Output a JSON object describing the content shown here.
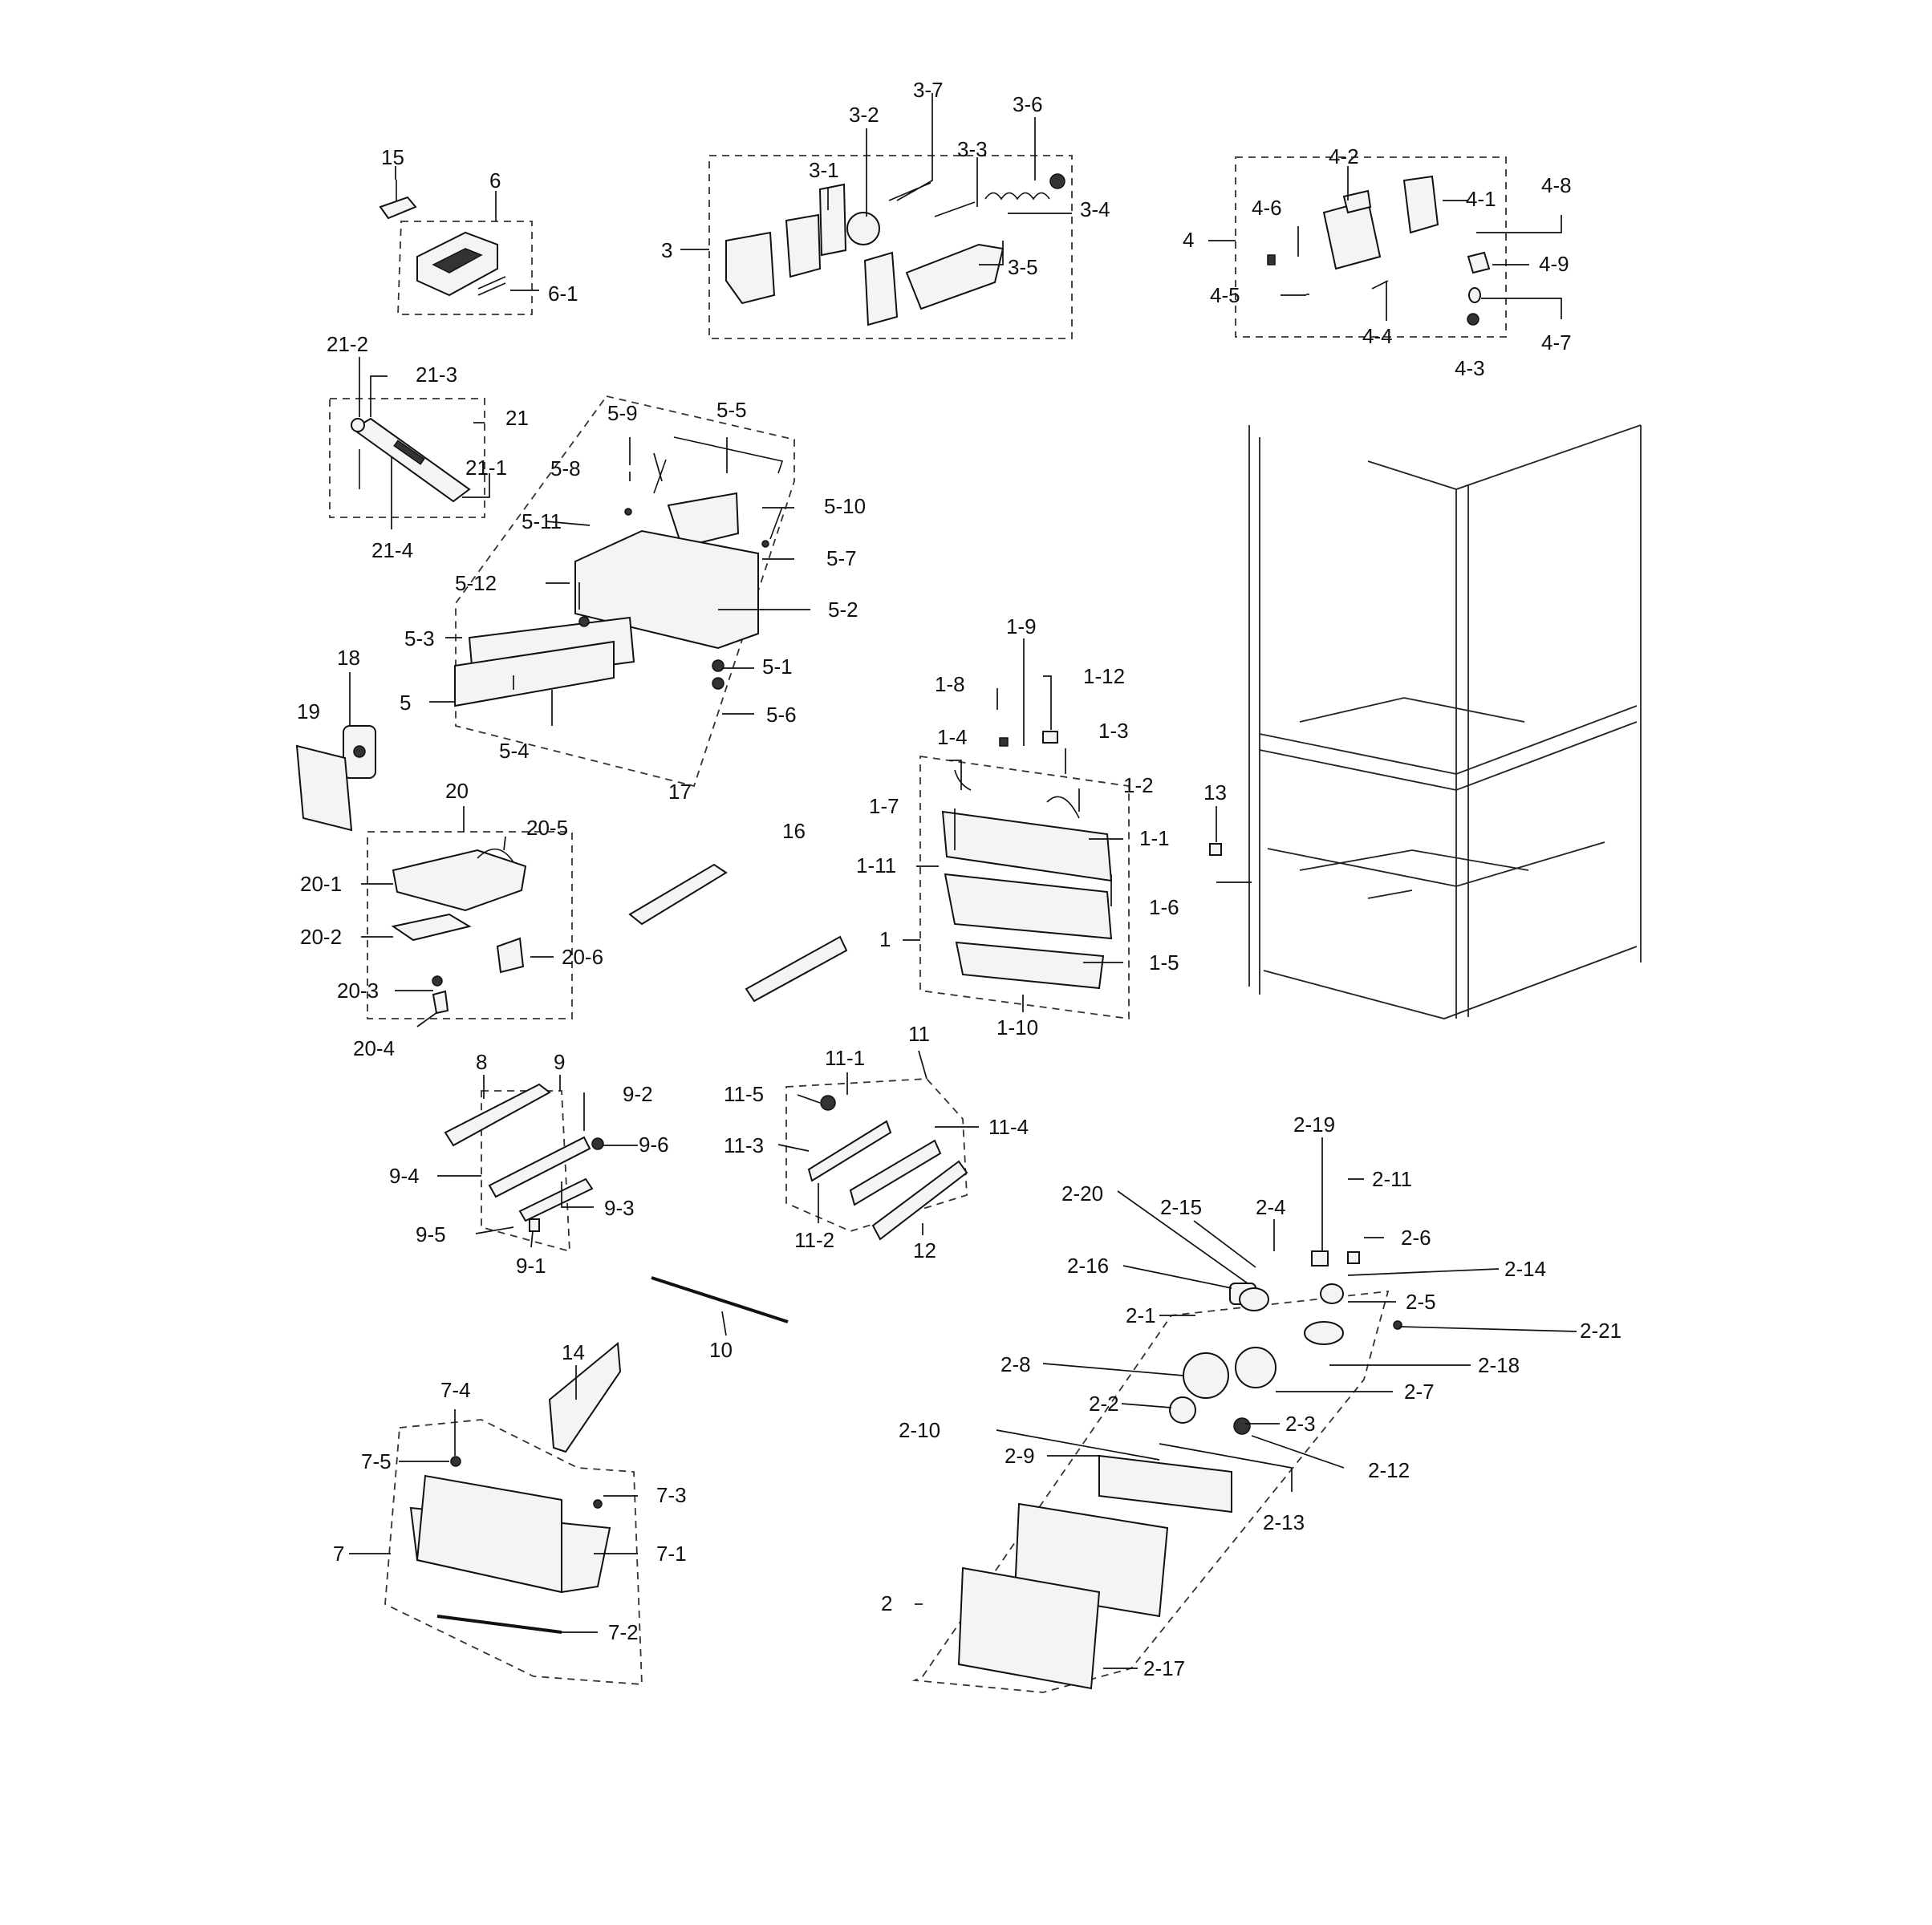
{
  "diagram": {
    "description_labels": [
      {
        "id": "15",
        "text": "15"
      },
      {
        "id": "6",
        "text": "6"
      },
      {
        "id": "6-1",
        "text": "6-1"
      },
      {
        "id": "3",
        "text": "3"
      },
      {
        "id": "3-1",
        "text": "3-1"
      },
      {
        "id": "3-2",
        "text": "3-2"
      },
      {
        "id": "3-3",
        "text": "3-3"
      },
      {
        "id": "3-4",
        "text": "3-4"
      },
      {
        "id": "3-5",
        "text": "3-5"
      },
      {
        "id": "3-6",
        "text": "3-6"
      },
      {
        "id": "3-7",
        "text": "3-7"
      },
      {
        "id": "4",
        "text": "4"
      },
      {
        "id": "4-1",
        "text": "4-1"
      },
      {
        "id": "4-2",
        "text": "4-2"
      },
      {
        "id": "4-3",
        "text": "4-3"
      },
      {
        "id": "4-4",
        "text": "4-4"
      },
      {
        "id": "4-5",
        "text": "4-5"
      },
      {
        "id": "4-6",
        "text": "4-6"
      },
      {
        "id": "4-7",
        "text": "4-7"
      },
      {
        "id": "4-8",
        "text": "4-8"
      },
      {
        "id": "4-9",
        "text": "4-9"
      },
      {
        "id": "21",
        "text": "21"
      },
      {
        "id": "21-1",
        "text": "21-1"
      },
      {
        "id": "21-2",
        "text": "21-2"
      },
      {
        "id": "21-3",
        "text": "21-3"
      },
      {
        "id": "21-4",
        "text": "21-4"
      },
      {
        "id": "5",
        "text": "5"
      },
      {
        "id": "5-1",
        "text": "5-1"
      },
      {
        "id": "5-2",
        "text": "5-2"
      },
      {
        "id": "5-3",
        "text": "5-3"
      },
      {
        "id": "5-4",
        "text": "5-4"
      },
      {
        "id": "5-5",
        "text": "5-5"
      },
      {
        "id": "5-6",
        "text": "5-6"
      },
      {
        "id": "5-7",
        "text": "5-7"
      },
      {
        "id": "5-8",
        "text": "5-8"
      },
      {
        "id": "5-9",
        "text": "5-9"
      },
      {
        "id": "5-10",
        "text": "5-10"
      },
      {
        "id": "5-11",
        "text": "5-11"
      },
      {
        "id": "5-12",
        "text": "5-12"
      },
      {
        "id": "18",
        "text": "18"
      },
      {
        "id": "19",
        "text": "19"
      },
      {
        "id": "20",
        "text": "20"
      },
      {
        "id": "20-1",
        "text": "20-1"
      },
      {
        "id": "20-2",
        "text": "20-2"
      },
      {
        "id": "20-3",
        "text": "20-3"
      },
      {
        "id": "20-4",
        "text": "20-4"
      },
      {
        "id": "20-5",
        "text": "20-5"
      },
      {
        "id": "20-6",
        "text": "20-6"
      },
      {
        "id": "17",
        "text": "17"
      },
      {
        "id": "16",
        "text": "16"
      },
      {
        "id": "1",
        "text": "1"
      },
      {
        "id": "1-1",
        "text": "1-1"
      },
      {
        "id": "1-2",
        "text": "1-2"
      },
      {
        "id": "1-3",
        "text": "1-3"
      },
      {
        "id": "1-4",
        "text": "1-4"
      },
      {
        "id": "1-5",
        "text": "1-5"
      },
      {
        "id": "1-6",
        "text": "1-6"
      },
      {
        "id": "1-7",
        "text": "1-7"
      },
      {
        "id": "1-8",
        "text": "1-8"
      },
      {
        "id": "1-9",
        "text": "1-9"
      },
      {
        "id": "1-10",
        "text": "1-10"
      },
      {
        "id": "1-11",
        "text": "1-11"
      },
      {
        "id": "1-12",
        "text": "1-12"
      },
      {
        "id": "13",
        "text": "13"
      },
      {
        "id": "8",
        "text": "8"
      },
      {
        "id": "9",
        "text": "9"
      },
      {
        "id": "9-1",
        "text": "9-1"
      },
      {
        "id": "9-2",
        "text": "9-2"
      },
      {
        "id": "9-3",
        "text": "9-3"
      },
      {
        "id": "9-4",
        "text": "9-4"
      },
      {
        "id": "9-5",
        "text": "9-5"
      },
      {
        "id": "9-6",
        "text": "9-6"
      },
      {
        "id": "11",
        "text": "11"
      },
      {
        "id": "11-1",
        "text": "11-1"
      },
      {
        "id": "11-2",
        "text": "11-2"
      },
      {
        "id": "11-3",
        "text": "11-3"
      },
      {
        "id": "11-4",
        "text": "11-4"
      },
      {
        "id": "11-5",
        "text": "11-5"
      },
      {
        "id": "12",
        "text": "12"
      },
      {
        "id": "10",
        "text": "10"
      },
      {
        "id": "14",
        "text": "14"
      },
      {
        "id": "7",
        "text": "7"
      },
      {
        "id": "7-1",
        "text": "7-1"
      },
      {
        "id": "7-2",
        "text": "7-2"
      },
      {
        "id": "7-3",
        "text": "7-3"
      },
      {
        "id": "7-4",
        "text": "7-4"
      },
      {
        "id": "7-5",
        "text": "7-5"
      },
      {
        "id": "2",
        "text": "2"
      },
      {
        "id": "2-1",
        "text": "2-1"
      },
      {
        "id": "2-2",
        "text": "2-2"
      },
      {
        "id": "2-3",
        "text": "2-3"
      },
      {
        "id": "2-4",
        "text": "2-4"
      },
      {
        "id": "2-5",
        "text": "2-5"
      },
      {
        "id": "2-6",
        "text": "2-6"
      },
      {
        "id": "2-7",
        "text": "2-7"
      },
      {
        "id": "2-8",
        "text": "2-8"
      },
      {
        "id": "2-9",
        "text": "2-9"
      },
      {
        "id": "2-10",
        "text": "2-10"
      },
      {
        "id": "2-11",
        "text": "2-11"
      },
      {
        "id": "2-12",
        "text": "2-12"
      },
      {
        "id": "2-13",
        "text": "2-13"
      },
      {
        "id": "2-14",
        "text": "2-14"
      },
      {
        "id": "2-15",
        "text": "2-15"
      },
      {
        "id": "2-16",
        "text": "2-16"
      },
      {
        "id": "2-17",
        "text": "2-17"
      },
      {
        "id": "2-18",
        "text": "2-18"
      },
      {
        "id": "2-19",
        "text": "2-19"
      },
      {
        "id": "2-20",
        "text": "2-20"
      },
      {
        "id": "2-21",
        "text": "2-21"
      }
    ]
  }
}
